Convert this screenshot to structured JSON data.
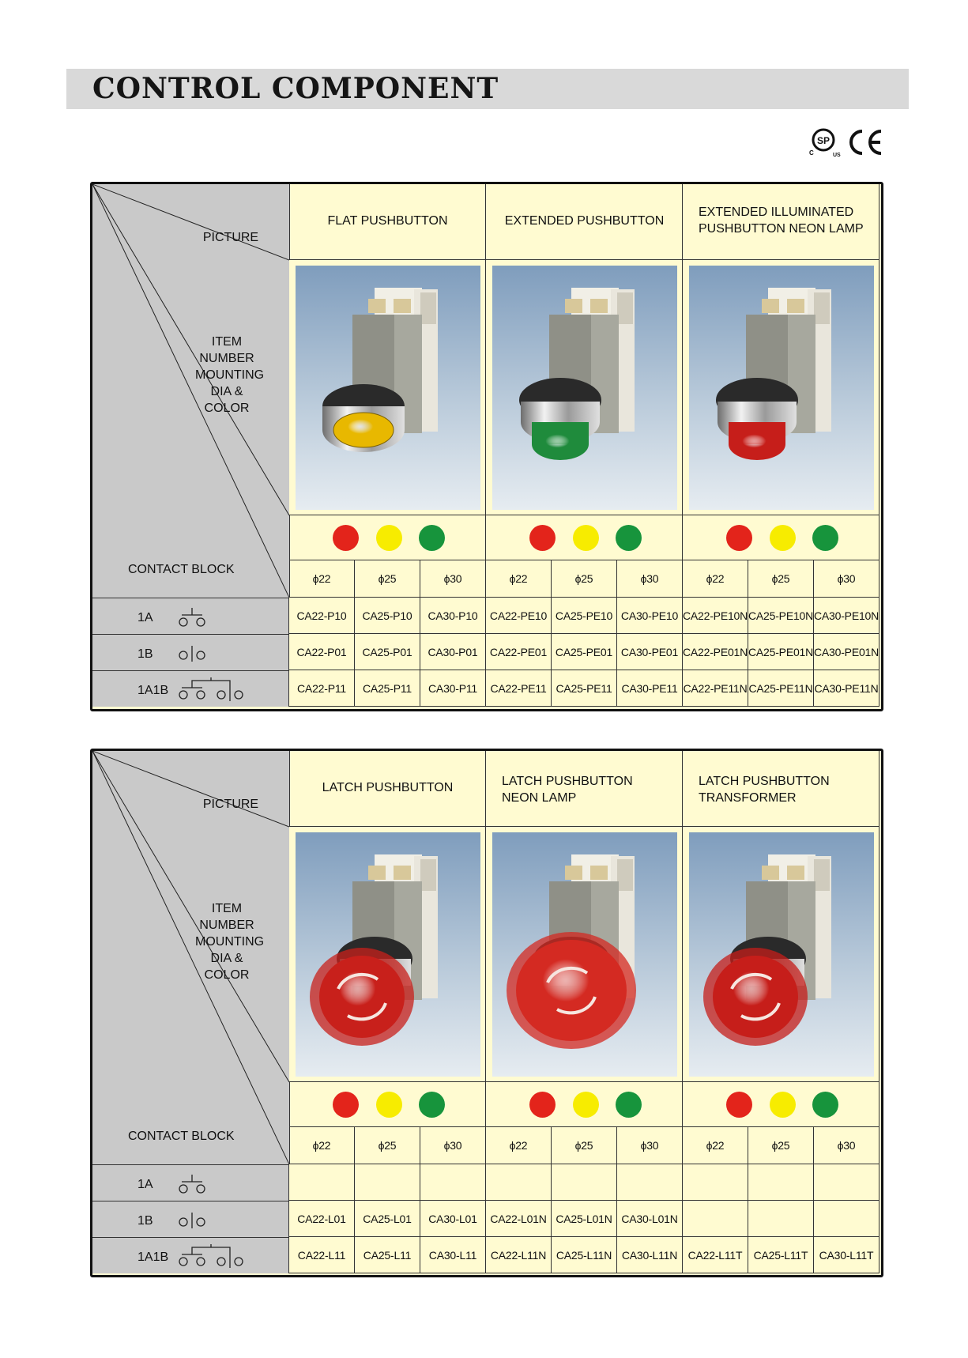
{
  "header": {
    "title": "CONTROL COMPONENT"
  },
  "certifications": {
    "csa": {
      "icon": "csa-us-mark-icon",
      "letters": [
        "C",
        "US"
      ]
    },
    "ce": {
      "icon": "ce-mark-icon",
      "text": "CE"
    }
  },
  "labels": {
    "picture": "PICTURE",
    "item": [
      "ITEM",
      "NUMBER",
      "MOUNTING",
      "DIA &",
      "COLOR"
    ],
    "contact_block": "CONTACT BLOCK"
  },
  "colors": {
    "red": "#e3241b",
    "yellow": "#f7ec00",
    "green": "#17943c",
    "header_bg": "#d9d9d9",
    "cell_bg": "#fffbd1",
    "label_bg": "#c9c9c9"
  },
  "tables": [
    {
      "groups": [
        {
          "title_lines": [
            "FLAT PUSHBUTTON"
          ],
          "photo": {
            "icon": "flat-pushbutton-photo",
            "cap_color": "#e8b800",
            "shape": "flat"
          }
        },
        {
          "title_lines": [
            "EXTENDED PUSHBUTTON"
          ],
          "photo": {
            "icon": "extended-pushbutton-photo",
            "cap_color": "#1f8b3c",
            "shape": "extended"
          }
        },
        {
          "title_lines": [
            "EXTENDED ILLUMINATED",
            "PUSHBUTTON NEON LAMP"
          ],
          "photo": {
            "icon": "illuminated-pushbutton-photo",
            "cap_color": "#c61e1a",
            "shape": "extended"
          }
        }
      ],
      "diameters": [
        "ϕ22",
        "ϕ25",
        "ϕ30",
        "ϕ22",
        "ϕ25",
        "ϕ30",
        "ϕ22",
        "ϕ25",
        "ϕ30"
      ],
      "rows": [
        {
          "label": "1A",
          "symbol": "contact-1a-icon",
          "codes": [
            "CA22-P10",
            "CA25-P10",
            "CA30-P10",
            "CA22-PE10",
            "CA25-PE10",
            "CA30-PE10",
            "CA22-PE10N",
            "CA25-PE10N",
            "CA30-PE10N"
          ]
        },
        {
          "label": "1B",
          "symbol": "contact-1b-icon",
          "codes": [
            "CA22-P01",
            "CA25-P01",
            "CA30-P01",
            "CA22-PE01",
            "CA25-PE01",
            "CA30-PE01",
            "CA22-PE01N",
            "CA25-PE01N",
            "CA30-PE01N"
          ]
        },
        {
          "label": "1A1B",
          "symbol": "contact-1a1b-icon",
          "codes": [
            "CA22-P11",
            "CA25-P11",
            "CA30-P11",
            "CA22-PE11",
            "CA25-PE11",
            "CA30-PE11",
            "CA22-PE11N",
            "CA25-PE11N",
            "CA30-PE11N"
          ]
        }
      ]
    },
    {
      "groups": [
        {
          "title_lines": [
            "LATCH PUSHBUTTON"
          ],
          "photo": {
            "icon": "latch-pushbutton-photo",
            "cap_color": "#c8201b",
            "shape": "mushroom"
          }
        },
        {
          "title_lines": [
            "LATCH PUSHBUTTON",
            "NEON LAMP"
          ],
          "photo": {
            "icon": "latch-neon-pushbutton-photo",
            "cap_color": "#d42a22",
            "shape": "mushroom-large"
          }
        },
        {
          "title_lines": [
            "LATCH PUSHBUTTON",
            "TRANSFORMER"
          ],
          "photo": {
            "icon": "latch-transformer-pushbutton-photo",
            "cap_color": "#c61e1a",
            "shape": "mushroom"
          }
        }
      ],
      "diameters": [
        "ϕ22",
        "ϕ25",
        "ϕ30",
        "ϕ22",
        "ϕ25",
        "ϕ30",
        "ϕ22",
        "ϕ25",
        "ϕ30"
      ],
      "rows": [
        {
          "label": "1A",
          "symbol": "contact-1a-icon",
          "codes": [
            "",
            "",
            "",
            "",
            "",
            "",
            "",
            "",
            ""
          ]
        },
        {
          "label": "1B",
          "symbol": "contact-1b-icon",
          "codes": [
            "CA22-L01",
            "CA25-L01",
            "CA30-L01",
            "CA22-L01N",
            "CA25-L01N",
            "CA30-L01N",
            "",
            "",
            ""
          ]
        },
        {
          "label": "1A1B",
          "symbol": "contact-1a1b-icon",
          "codes": [
            "CA22-L11",
            "CA25-L11",
            "CA30-L11",
            "CA22-L11N",
            "CA25-L11N",
            "CA30-L11N",
            "CA22-L11T",
            "CA25-L11T",
            "CA30-L11T"
          ]
        }
      ]
    }
  ]
}
